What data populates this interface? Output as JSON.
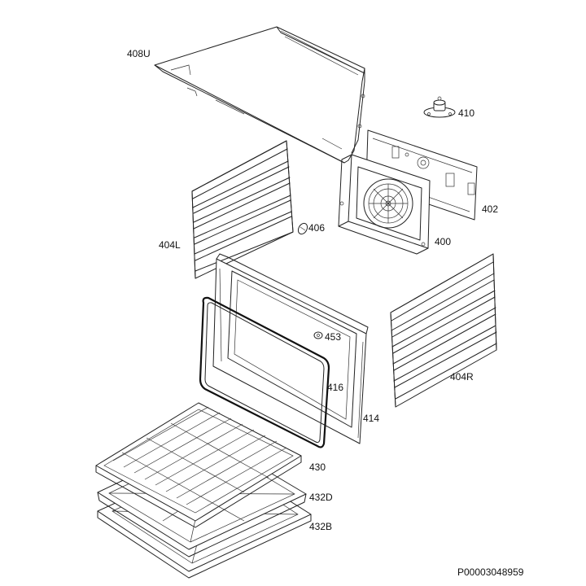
{
  "diagram": {
    "document_code": "P00003048959",
    "labels": {
      "top_panel": "408U",
      "thermostat": "410",
      "back_panel": "402",
      "fan_assembly": "400",
      "left_shelf_support": "404L",
      "lamp_holder": "406",
      "lamp_cover": "453",
      "door_gasket": "416",
      "oven_cavity_front": "414",
      "right_shelf_support": "404R",
      "wire_rack": "430",
      "deep_tray": "432D",
      "baking_tray": "432B"
    }
  }
}
